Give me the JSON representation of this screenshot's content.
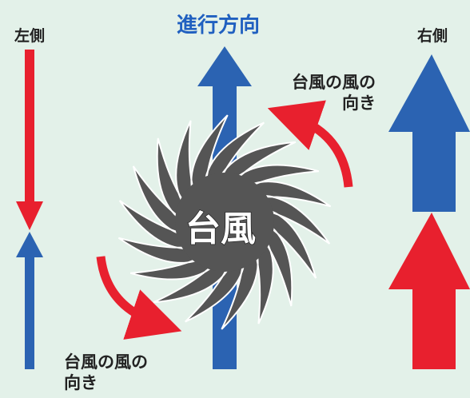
{
  "labels": {
    "left_side": "左側",
    "right_side": "右側",
    "direction": "進行方向",
    "wind_top": [
      "台風の風の",
      "向き"
    ],
    "wind_bottom": [
      "台風の風の",
      "向き"
    ],
    "typhoon": "台風"
  },
  "colors": {
    "background": "#e3f1e9",
    "blue": "#2b63b2",
    "red": "#e8202e",
    "typhoon_body": "#555555",
    "direction_text": "#2060c0"
  }
}
